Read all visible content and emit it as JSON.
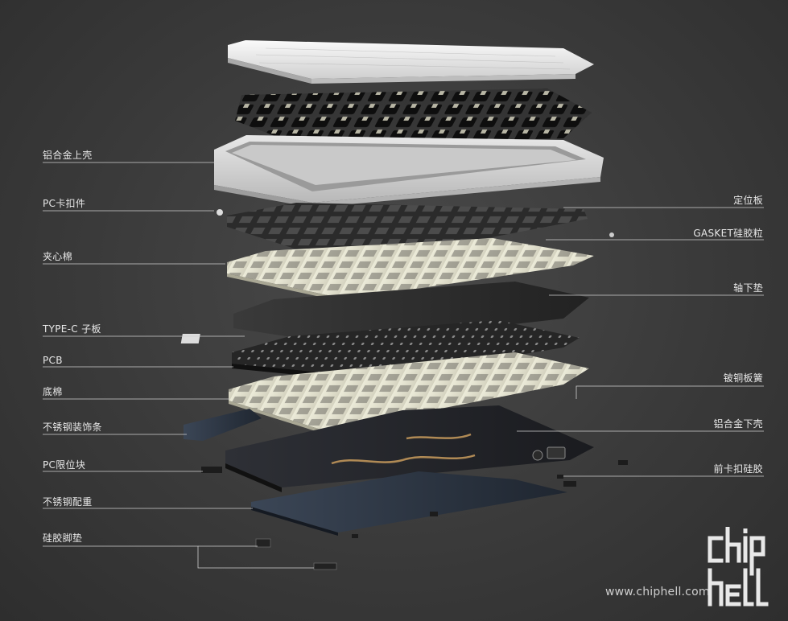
{
  "labels_left": [
    {
      "id": "top-case",
      "text": "铝合金上壳"
    },
    {
      "id": "pc-clip",
      "text": "PC卡扣件"
    },
    {
      "id": "sandwich-foam",
      "text": "夹心棉"
    },
    {
      "id": "typec-board",
      "text": "TYPE-C 子板"
    },
    {
      "id": "pcb",
      "text": "PCB"
    },
    {
      "id": "bottom-foam",
      "text": "底棉"
    },
    {
      "id": "steel-trim",
      "text": "不锈钢装饰条"
    },
    {
      "id": "pc-limit-block",
      "text": "PC限位块"
    },
    {
      "id": "steel-weight",
      "text": "不锈钢配重"
    },
    {
      "id": "silicone-feet",
      "text": "硅胶脚垫"
    }
  ],
  "labels_right": [
    {
      "id": "plate",
      "text": "定位板"
    },
    {
      "id": "gasket-beads",
      "text": "GASKET硅胶粒"
    },
    {
      "id": "switch-pad",
      "text": "轴下垫"
    },
    {
      "id": "copper-leaf-spring",
      "text": "铍铜板簧"
    },
    {
      "id": "bottom-case",
      "text": "铝合金下壳"
    },
    {
      "id": "front-clip-silicone",
      "text": "前卡扣硅胶"
    }
  ],
  "watermark": {
    "url": "www.chiphell.com",
    "logo_text": "chiphell"
  },
  "colors": {
    "background": "#3a3a3a",
    "label_text": "#e8e8e8",
    "leader_line": "#d0d0d0",
    "keycap": "#eeeeee",
    "top_case": "#dcdcdc",
    "plate": "#2a2a2a",
    "foam": "#e6e4d6",
    "pcb": "#1e1e1e",
    "bottom_case": "#2c3440",
    "steel_trim": "#3b4a5c"
  },
  "icons": {
    "watermark_logo": "chiphell-logo"
  }
}
